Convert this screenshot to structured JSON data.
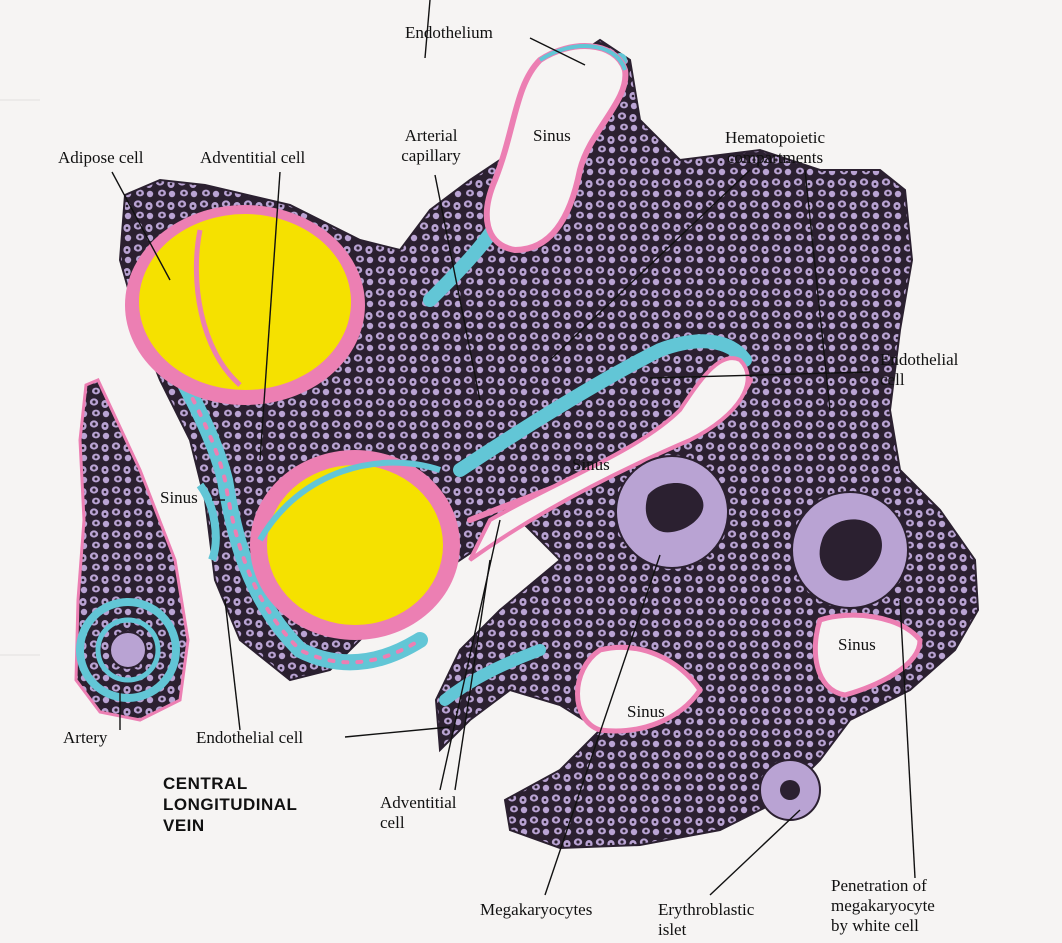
{
  "labels": {
    "endothelium": "Endothelium",
    "sinus_top": "Sinus",
    "arterial_capillary": [
      "Arterial",
      "capillary"
    ],
    "hematopoietic_compartments": [
      "Hematopoietic",
      "compartments"
    ],
    "adipose_cell": "Adipose cell",
    "adventitial_cell_top": "Adventitial cell",
    "endothelial_cell_right": [
      "Endothelial",
      "cell"
    ],
    "sinus_left": "Sinus",
    "sinus_mid": "Sinus",
    "sinus_right": "Sinus",
    "sinus_lower": "Sinus",
    "artery": "Artery",
    "endothelial_cell_bottom": "Endothelial cell",
    "central_longitudinal_vein": [
      "CENTRAL",
      "LONGITUDINAL",
      "VEIN"
    ],
    "adventitial_cell_bottom": [
      "Adventitial",
      "cell"
    ],
    "megakaryocytes": "Megakaryocytes",
    "erythroblastic_islet": [
      "Erythroblastic",
      "islet"
    ],
    "penetration": [
      "Penetration of",
      "megakaryocyte",
      "by white cell"
    ]
  },
  "colors": {
    "tissue": "#b9a3d3",
    "cell_dark": "#2b2030",
    "adipose_fill": "#f5e100",
    "adventitia_pink": "#ec7fb3",
    "endothelium_blue": "#62c6d6",
    "background": "#f6f4f3"
  }
}
